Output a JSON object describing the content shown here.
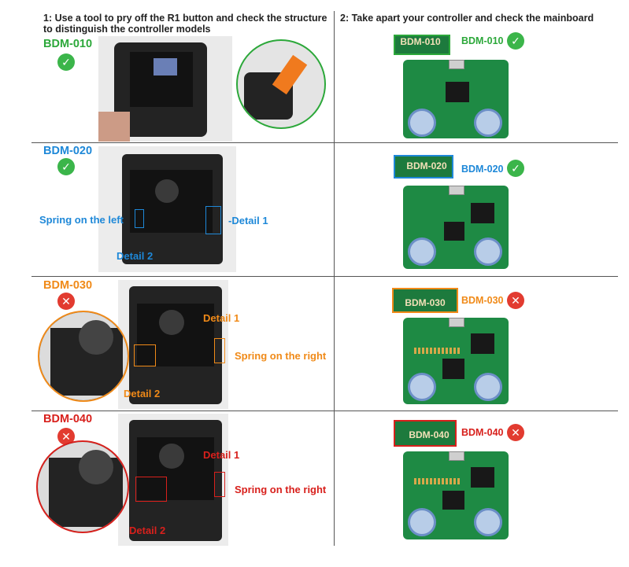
{
  "headers": {
    "step1": "1: Use a tool to pry off the R1 button and check the structure to distinguish the controller models",
    "step2": "2: Take apart your controller and check the mainboard"
  },
  "colors": {
    "green": "#2ca83a",
    "blue": "#1e88d8",
    "orange": "#f08a18",
    "red": "#d8201c",
    "pcb": "#1e8a44"
  },
  "rows": [
    {
      "model": "BDM-010",
      "status": "compatible",
      "status_icon": "check-icon",
      "board_label": "BDM-010",
      "board_model": "BDM-010"
    },
    {
      "model": "BDM-020",
      "status": "compatible",
      "status_icon": "check-icon",
      "spring_text": "Spring on the left",
      "detail1": "Detail 1",
      "detail2": "Detail 2",
      "board_label": "BDM-020",
      "board_model": "BDM-020"
    },
    {
      "model": "BDM-030",
      "status": "incompatible",
      "status_icon": "cross-icon",
      "spring_text": "Spring on the right",
      "detail1": "Detail 1",
      "detail2": "Detail 2",
      "board_label": "BDM-030",
      "board_model": "BDM-030"
    },
    {
      "model": "BDM-040",
      "status": "incompatible",
      "status_icon": "cross-icon",
      "spring_text": "Spring on the right",
      "detail1": "Detail 1",
      "detail2": "Detail 2",
      "board_label": "BDM-040",
      "board_model": "BDM-040"
    }
  ]
}
